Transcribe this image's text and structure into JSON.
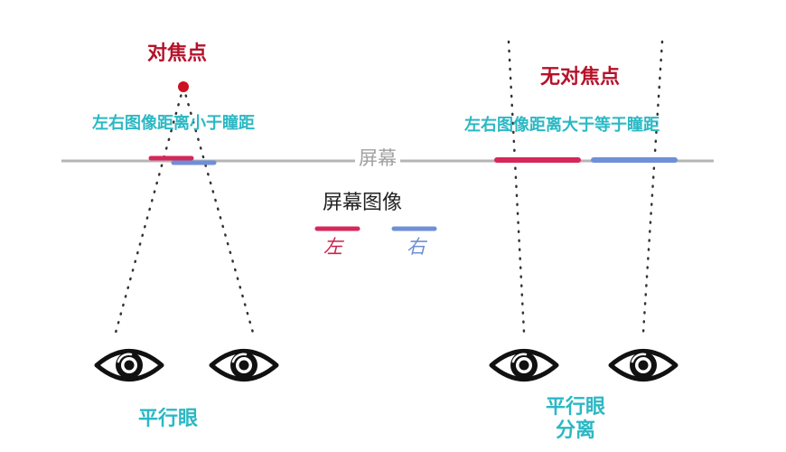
{
  "labels": {
    "focus_point": "对焦点",
    "no_focus_point": "无对焦点",
    "distance_less": "左右图像距离小于瞳距",
    "distance_greater_equal": "左右图像距离大于等于瞳距",
    "screen": "屏幕",
    "screen_image": "屏幕图像",
    "left": "左",
    "right": "右",
    "parallel_eyes": "平行眼",
    "parallel_eyes_line1": "平行眼",
    "parallel_eyes_line2": "分离"
  },
  "colors": {
    "left_image": "#d4285a",
    "right_image": "#6f8fd8",
    "focus_dot": "#cc1122",
    "screen_line": "#b5b5b5",
    "caption": "#2bb8c4",
    "title_red": "#b5122a"
  },
  "icons": [
    "eye-icon",
    "eye-icon",
    "eye-icon",
    "eye-icon"
  ]
}
